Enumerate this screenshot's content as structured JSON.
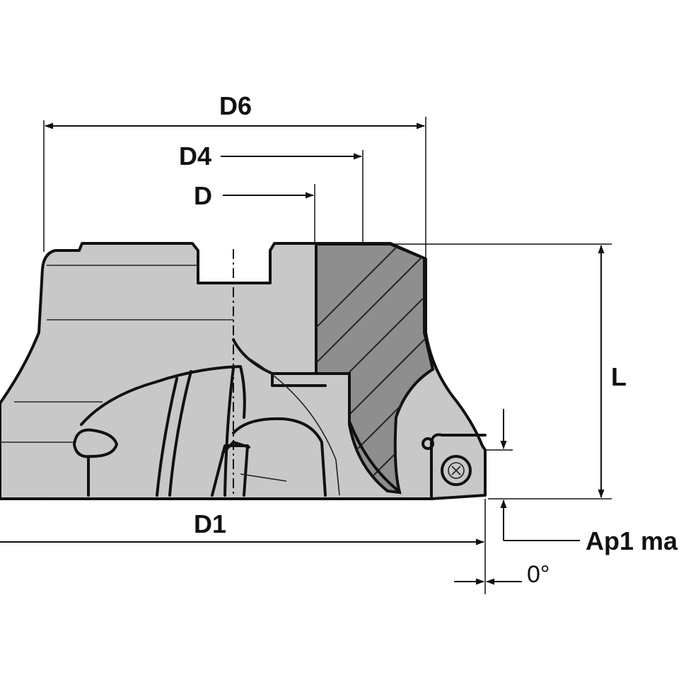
{
  "labels": {
    "d6": "D6",
    "d4": "D4",
    "d": "D",
    "l": "L",
    "d1": "D1",
    "ap1": "Ap1 ma",
    "angle": "0°"
  }
}
